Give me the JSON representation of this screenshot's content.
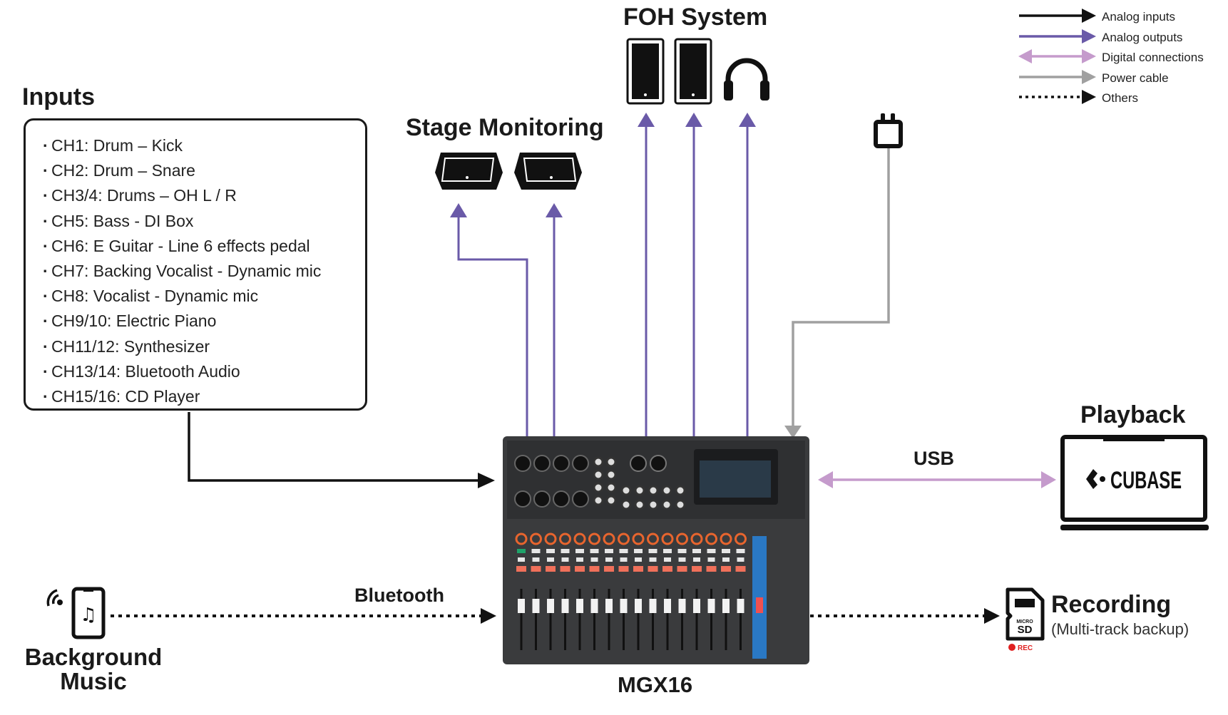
{
  "legend": {
    "items": [
      {
        "label": "Analog inputs",
        "color": "#111111",
        "style": "solid"
      },
      {
        "label": "Analog outputs",
        "color": "#6a5aa8",
        "style": "solid"
      },
      {
        "label": "Digital connections",
        "color": "#c59bcc",
        "style": "double-arrow"
      },
      {
        "label": "Power cable",
        "color": "#a0a0a0",
        "style": "solid"
      },
      {
        "label": "Others",
        "color": "#111111",
        "style": "dotted"
      }
    ]
  },
  "inputs": {
    "title": "Inputs",
    "channels": [
      "CH1: Drum – Kick",
      "CH2: Drum – Snare",
      "CH3/4: Drums – OH L / R",
      "CH5: Bass - DI Box",
      "CH6: E Guitar -  Line 6 effects pedal",
      "CH7: Backing Vocalist - Dynamic mic",
      "CH8: Vocalist - Dynamic mic",
      "CH9/10: Electric Piano",
      "CH11/12: Synthesizer",
      "CH13/14: Bluetooth Audio",
      "CH15/16: CD Player"
    ]
  },
  "stage_monitoring": {
    "title": "Stage Monitoring"
  },
  "foh": {
    "title": "FOH System"
  },
  "playback": {
    "title": "Playback",
    "software": "CUBASE"
  },
  "usb": {
    "label": "USB"
  },
  "bluetooth": {
    "label": "Bluetooth"
  },
  "background_music": {
    "line1": "Background",
    "line2": "Music"
  },
  "mixer": {
    "name": "MGX16"
  },
  "recording": {
    "title": "Recording",
    "subtitle": "(Multi-track backup)",
    "card_line1": "MICRO",
    "card_line2": "SD",
    "rec_label": "REC"
  },
  "colors": {
    "analog_in": "#111111",
    "analog_out": "#6a5aa8",
    "digital": "#c59bcc",
    "power": "#a0a0a0",
    "rec_red": "#e02020"
  }
}
